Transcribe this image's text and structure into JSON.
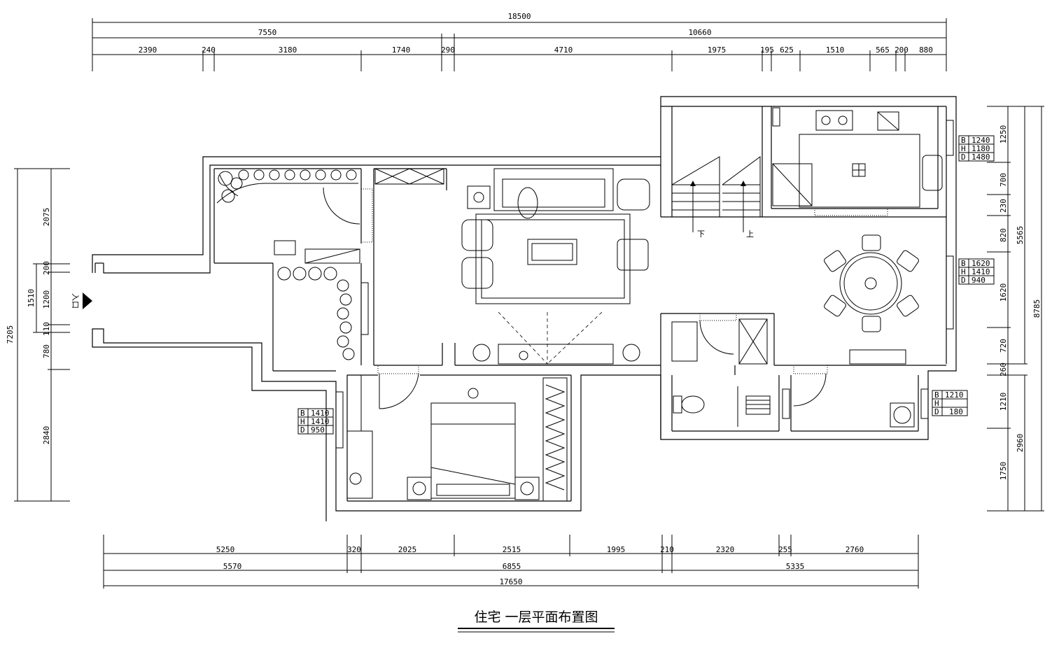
{
  "title": "住宅 一层平面布置图",
  "entrance_label": "入口",
  "stairs": {
    "down": "下",
    "up": "上"
  },
  "dims": {
    "top_total": "18500",
    "top_mid": [
      "7550",
      "10660"
    ],
    "top_detail": [
      "2390",
      "240",
      "3180",
      "1740",
      "290",
      "4710",
      "1975",
      "195",
      "625",
      "1510",
      "565",
      "200",
      "880"
    ],
    "bottom_detail": [
      "5250",
      "320",
      "2025",
      "2515",
      "1995",
      "210",
      "2320",
      "255",
      "2760"
    ],
    "bottom_mid": [
      "5570",
      "6855",
      "5335"
    ],
    "bottom_total": "17650",
    "left_outer": "7205",
    "left_inner": [
      "2075",
      "200",
      "1200",
      "110",
      "780",
      "2840"
    ],
    "left_small": "1510",
    "right_inner": [
      "1250",
      "700",
      "230",
      "820",
      "1620",
      "720",
      "260",
      "1210",
      "1750"
    ],
    "right_mid": [
      "5565",
      "2960"
    ],
    "right_outer": "8785"
  },
  "windows": [
    {
      "B": "1240",
      "H": "1180",
      "D": "1480"
    },
    {
      "B": "1620",
      "H": "1410",
      "D": "940"
    },
    {
      "B": "1410",
      "H": "1410",
      "D": "950"
    },
    {
      "B": "1210",
      "H": "",
      "D": "180"
    }
  ],
  "window_keys": {
    "b": "B",
    "h": "H",
    "d": "D"
  }
}
